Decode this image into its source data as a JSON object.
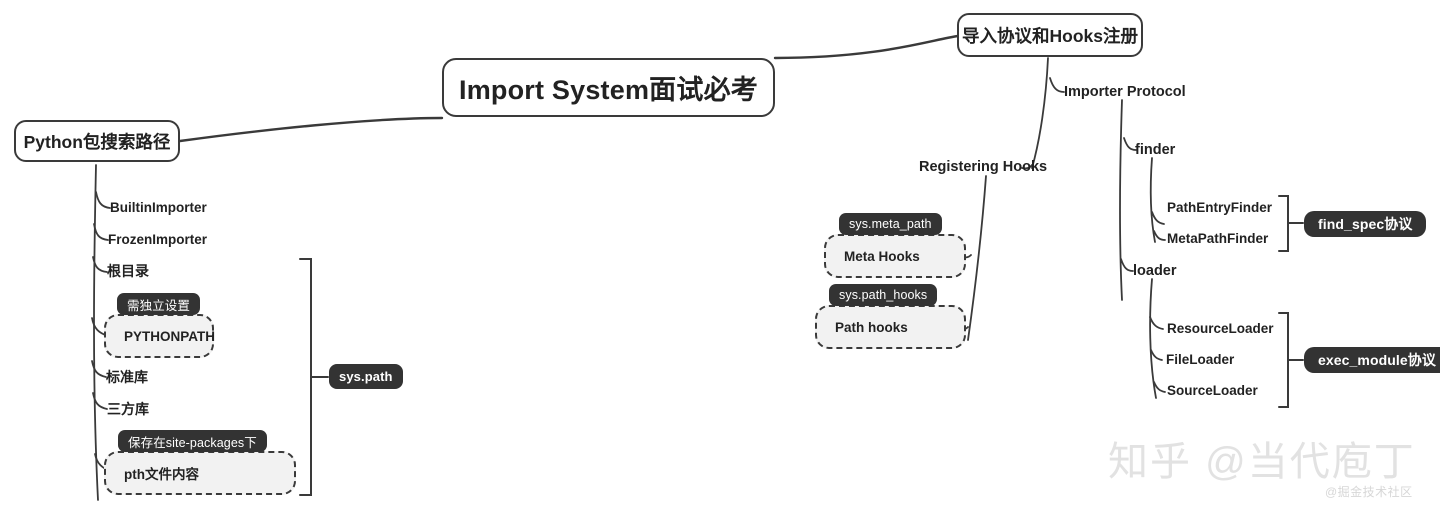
{
  "diagram": {
    "title": "Import System面试必考",
    "type": "mindmap"
  },
  "root": {
    "label": "Import System面试必考"
  },
  "branches": {
    "left": {
      "label": "Python包搜索路径",
      "group_badge": "sys.path",
      "items": [
        {
          "label": "BuiltinImporter",
          "kind": "text"
        },
        {
          "label": "FrozenImporter",
          "kind": "text"
        },
        {
          "label": "根目录",
          "kind": "text"
        },
        {
          "label": "PYTHONPATH",
          "kind": "dashed",
          "tag": "需独立设置"
        },
        {
          "label": "标准库",
          "kind": "text"
        },
        {
          "label": "三方库",
          "kind": "text"
        },
        {
          "label": "pth文件内容",
          "kind": "dashed",
          "tag": "保存在site-packages下"
        }
      ]
    },
    "right": {
      "label": "导入协议和Hooks注册",
      "children": [
        {
          "label": "Importer Protocol",
          "groups": [
            {
              "label": "finder",
              "badge": "find_spec协议",
              "items": [
                "PathEntryFinder",
                "MetaPathFinder"
              ]
            },
            {
              "label": "loader",
              "badge": "exec_module协议",
              "items": [
                "ResourceLoader",
                "FileLoader",
                "SourceLoader"
              ]
            }
          ]
        },
        {
          "label": "Registering Hooks",
          "hooks": [
            {
              "label": "Meta Hooks",
              "tag": "sys.meta_path"
            },
            {
              "label": "Path hooks",
              "tag": "sys.path_hooks"
            }
          ]
        }
      ]
    }
  },
  "watermark": {
    "main": "知乎 @当代庖丁",
    "sub": "@掘金技术社区"
  },
  "colors": {
    "stroke": "#3a3a3a",
    "badge_bg": "#333333",
    "dashed_fill": "#f2f2f2",
    "text": "#222222",
    "watermark": "#e2e2e2"
  }
}
